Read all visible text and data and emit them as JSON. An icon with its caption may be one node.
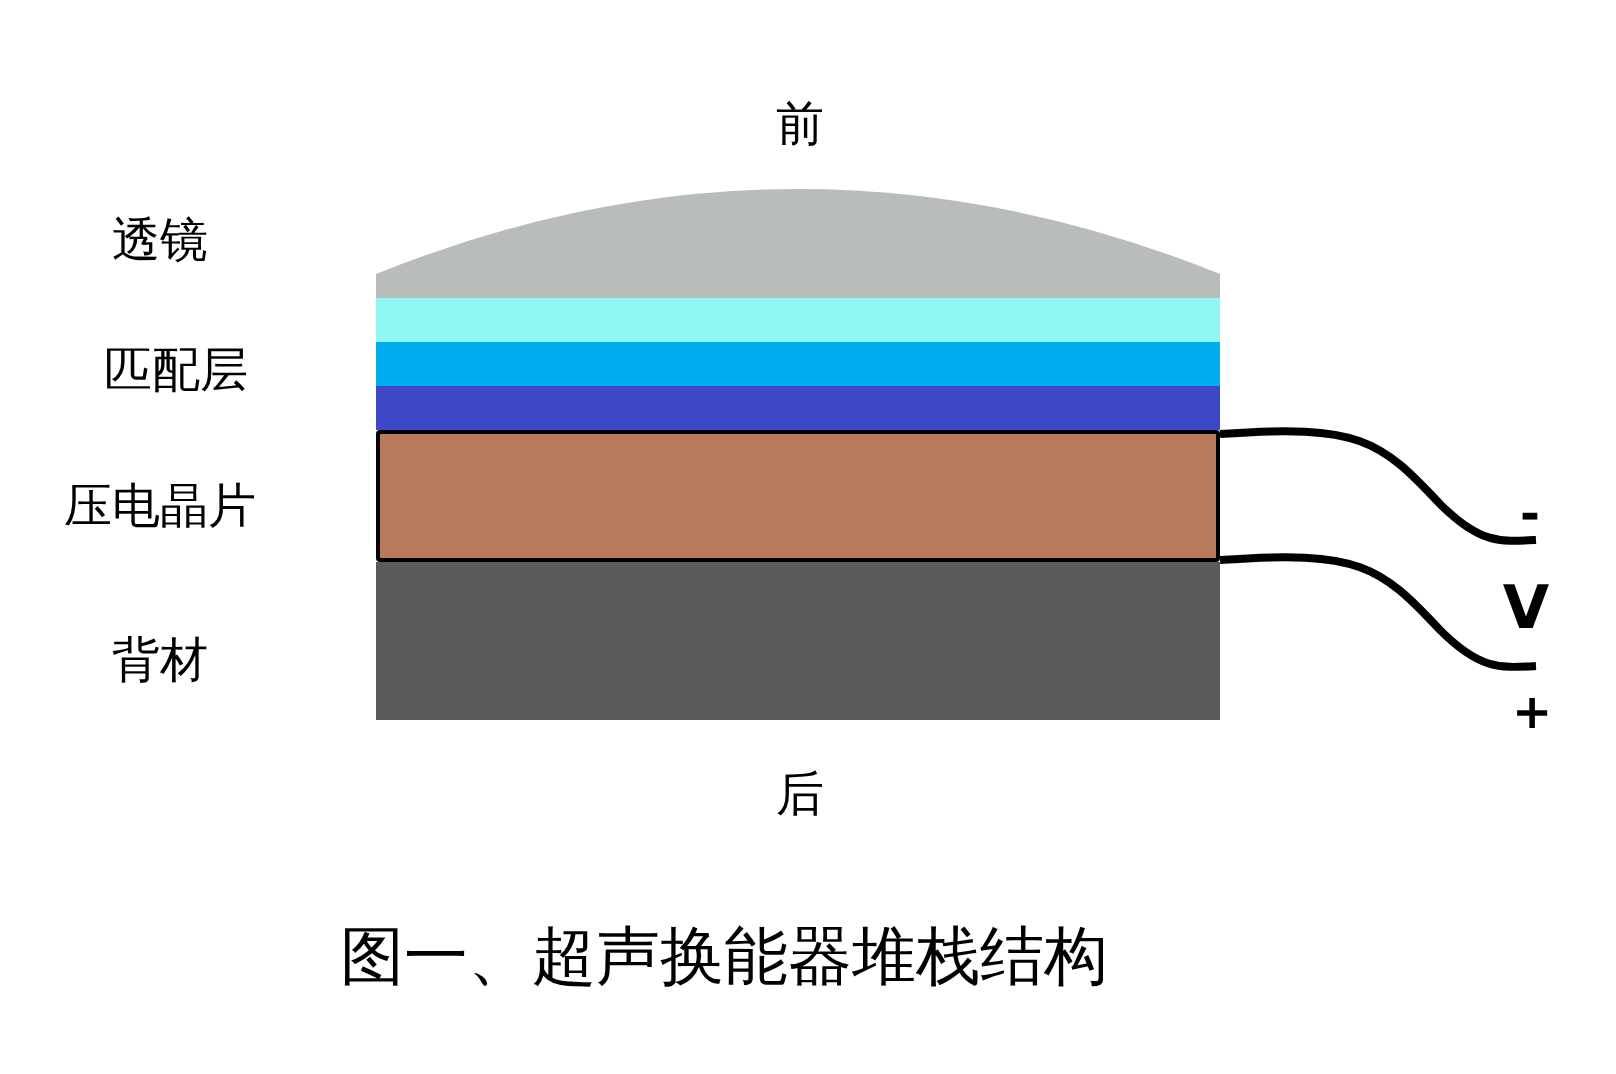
{
  "diagram": {
    "caption": "图一、超声换能器堆栈结构",
    "nodes": [
      {
        "text": [],
        "shape": "dome"
      },
      {
        "text": [],
        "shape": "bar"
      },
      {
        "text": [],
        "shape": "bar"
      },
      {
        "text": [],
        "shape": "bar"
      },
      {
        "text": [],
        "shape": "box"
      },
      {
        "text": [],
        "shape": "bar"
      }
    ],
    "edges": [
      {
        "from": 4,
        "to": null,
        "arrow": "none"
      },
      {
        "from": 4,
        "to": null,
        "arrow": "none"
      }
    ],
    "labels": [
      "前",
      "透镜",
      "匹配层",
      "压电晶片",
      "背材",
      "-",
      "V",
      "+",
      "后"
    ]
  }
}
